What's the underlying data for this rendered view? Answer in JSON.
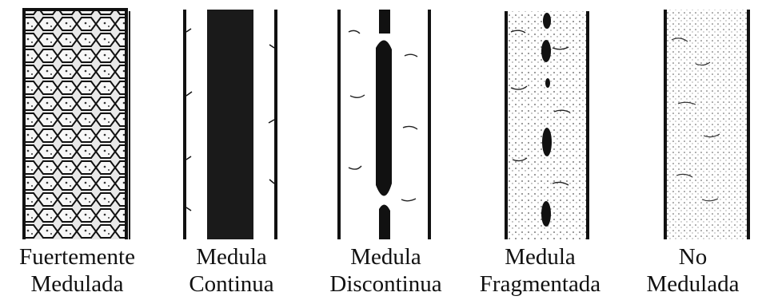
{
  "panels": [
    {
      "id": "fuertemente",
      "line1": "Fuertemente",
      "line2": "Medulada",
      "medulla": "strong"
    },
    {
      "id": "continua",
      "line1": "Medula",
      "line2": "Continua",
      "medulla": "continuous"
    },
    {
      "id": "discontinua",
      "line1": "Medula",
      "line2": "Discontinua",
      "medulla": "discontinuous"
    },
    {
      "id": "fragmentada",
      "line1": "Medula",
      "line2": "Fragmentada",
      "medulla": "fragmented"
    },
    {
      "id": "no-medulada",
      "line1": "No",
      "line2": "Medulada",
      "medulla": "none"
    }
  ],
  "colors": {
    "ink": "#111111",
    "paper": "#ffffff"
  }
}
